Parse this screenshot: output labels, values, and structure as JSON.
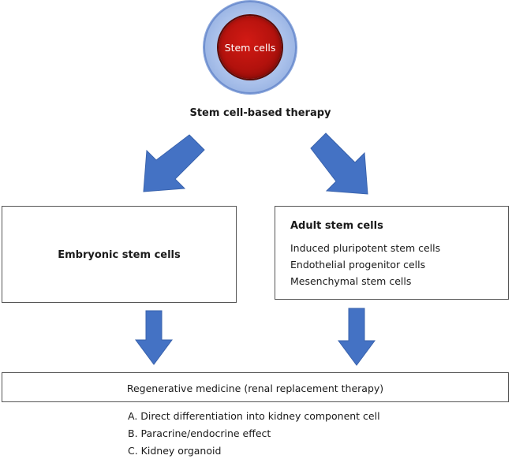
{
  "header": {
    "cell_label": "Stem cells",
    "therapy_title": "Stem cell-based therapy"
  },
  "embryonic": {
    "label": "Embryonic stem cells"
  },
  "adult": {
    "title": "Adult stem cells",
    "items": [
      "Induced pluripotent stem cells",
      "Endothelial progenitor cells",
      "Mesenchymal stem cells"
    ]
  },
  "regenerative": {
    "label": "Regenerative medicine (renal replacement therapy)"
  },
  "effects": [
    "A. Direct differentiation into kidney component cell",
    "B. Paracrine/endocrine effect",
    "C. Kidney organoid"
  ],
  "colors": {
    "arrow": "#4472c4",
    "cell_core": "#b3120d",
    "cell_ring": "#a9c0ea"
  }
}
